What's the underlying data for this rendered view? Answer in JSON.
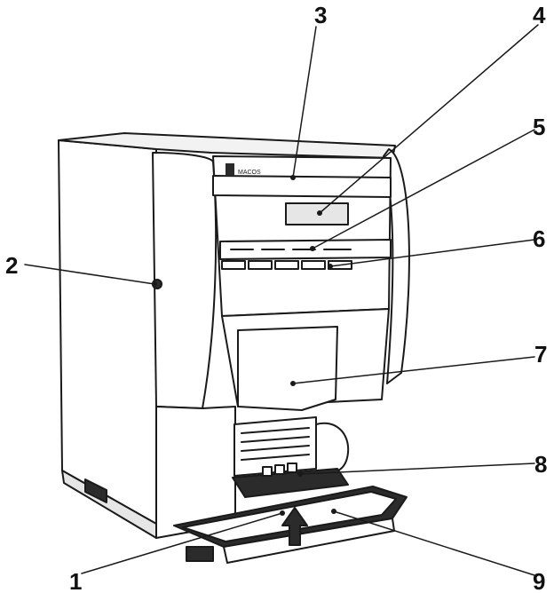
{
  "callouts": [
    {
      "id": "1",
      "label": "1"
    },
    {
      "id": "2",
      "label": "2"
    },
    {
      "id": "3",
      "label": "3"
    },
    {
      "id": "4",
      "label": "4"
    },
    {
      "id": "5",
      "label": "5"
    },
    {
      "id": "6",
      "label": "6"
    },
    {
      "id": "7",
      "label": "7"
    },
    {
      "id": "8",
      "label": "8"
    },
    {
      "id": "9",
      "label": "9"
    }
  ],
  "brand_text": "MACOS",
  "colors": {
    "line": "#1a1a1a",
    "body": "#ffffff",
    "shade": "#e6e6e6",
    "dark": "#2b2b2b"
  }
}
